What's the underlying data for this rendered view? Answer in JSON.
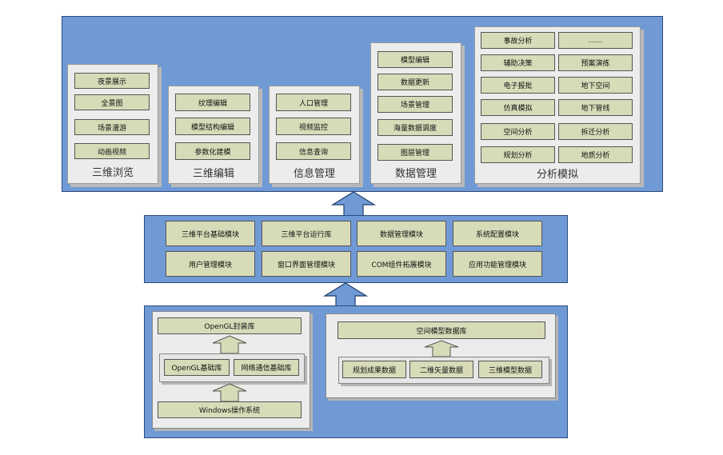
{
  "top_panels": [
    {
      "title": "三维浏览",
      "items": [
        "夜景展示",
        "全景图",
        "场景漫游",
        "动画视频"
      ]
    },
    {
      "title": "三维编辑",
      "items": [
        "纹理编辑",
        "模型结构编辑",
        "参数化建模"
      ]
    },
    {
      "title": "信息管理",
      "items": [
        "人口管理",
        "视频监控",
        "信息查询"
      ]
    },
    {
      "title": "数据管理",
      "items": [
        "模型编辑",
        "数据更新",
        "场景管理",
        "海量数据调度",
        "图层管理"
      ]
    },
    {
      "title": "分析模拟",
      "items": [
        "事故分析",
        "……",
        "辅助决策",
        "预案演练",
        "电子报批",
        "地下空间",
        "仿真模拟",
        "地下管线",
        "空间分析",
        "拆迁分析",
        "规划分析",
        "地质分析"
      ]
    }
  ],
  "middle_modules": [
    "三维平台基础模块",
    "三维平台运行库",
    "数据管理模块",
    "系统配置模块",
    "用户管理模块",
    "窗口界面管理模块",
    "COM组件拓展模块",
    "应用功能管理模块"
  ],
  "bottom_left": {
    "top": "OpenGL封装库",
    "libs": [
      "OpenGL基础库",
      "网络通信基础库"
    ],
    "os": "Windows操作系统"
  },
  "bottom_right": {
    "top": "空间模型数据库",
    "items": [
      "规划成果数据",
      "二维矢量数据",
      "三维模型数据"
    ]
  },
  "colors": {
    "layer": "#6f9ad6",
    "box": "#d8dbb8",
    "panel": "#ececec"
  }
}
